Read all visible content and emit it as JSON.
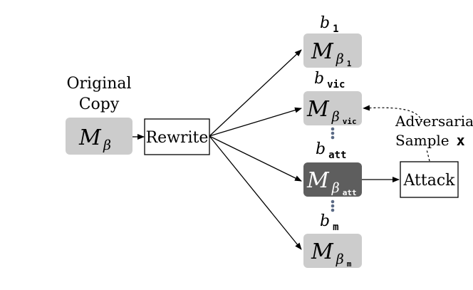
{
  "labels": {
    "original_line1": "Original",
    "original_line2": "Copy",
    "adversarial_line1": "Adversarial",
    "adversarial_line2": "Sample",
    "adversarial_x": "x",
    "rewrite": "Rewrite",
    "attack": "Attack"
  },
  "math": {
    "M": "M",
    "beta": "β",
    "b": "b"
  },
  "source_model": {
    "sub": ""
  },
  "branches": [
    {
      "id": "b1",
      "sub": "1"
    },
    {
      "id": "vic",
      "sub": "vic"
    },
    {
      "id": "att",
      "sub": "att"
    },
    {
      "id": "m",
      "sub": "m"
    }
  ],
  "colors": {
    "light_box": "#cccccc",
    "dark_box": "#5e5e5e",
    "dots": "#5a6a85",
    "stroke": "#000000"
  }
}
